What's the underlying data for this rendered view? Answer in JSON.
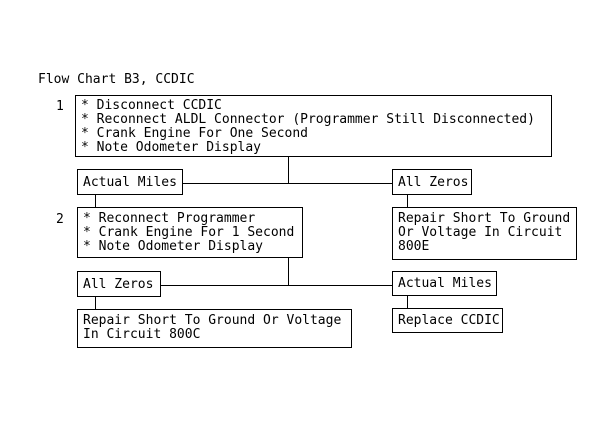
{
  "page": {
    "background_color": "#ffffff",
    "ink_color": "#000000",
    "title": "Flow Chart B3, CCDIC"
  },
  "flowchart": {
    "step1": {
      "number": "1",
      "lines": [
        "* Disconnect CCDIC",
        "* Reconnect ALDL Connector (Programmer Still Disconnected)",
        "* Crank Engine For One Second",
        "* Note Odometer Display"
      ]
    },
    "branch1": {
      "left_label": "Actual Miles",
      "right_label": "All Zeros"
    },
    "step2": {
      "number": "2",
      "lines": [
        "* Reconnect Programmer",
        "* Crank Engine For 1 Second",
        "* Note Odometer Display"
      ]
    },
    "repair_800e": {
      "lines": [
        "Repair Short To Ground",
        "Or Voltage In Circuit",
        "800E"
      ]
    },
    "branch2": {
      "left_label": "All Zeros",
      "right_label": "Actual Miles"
    },
    "repair_800c": {
      "lines": [
        "Repair Short To Ground Or Voltage",
        "In Circuit 800C"
      ]
    },
    "replace_ccdic": {
      "label": "Replace CCDIC"
    }
  }
}
